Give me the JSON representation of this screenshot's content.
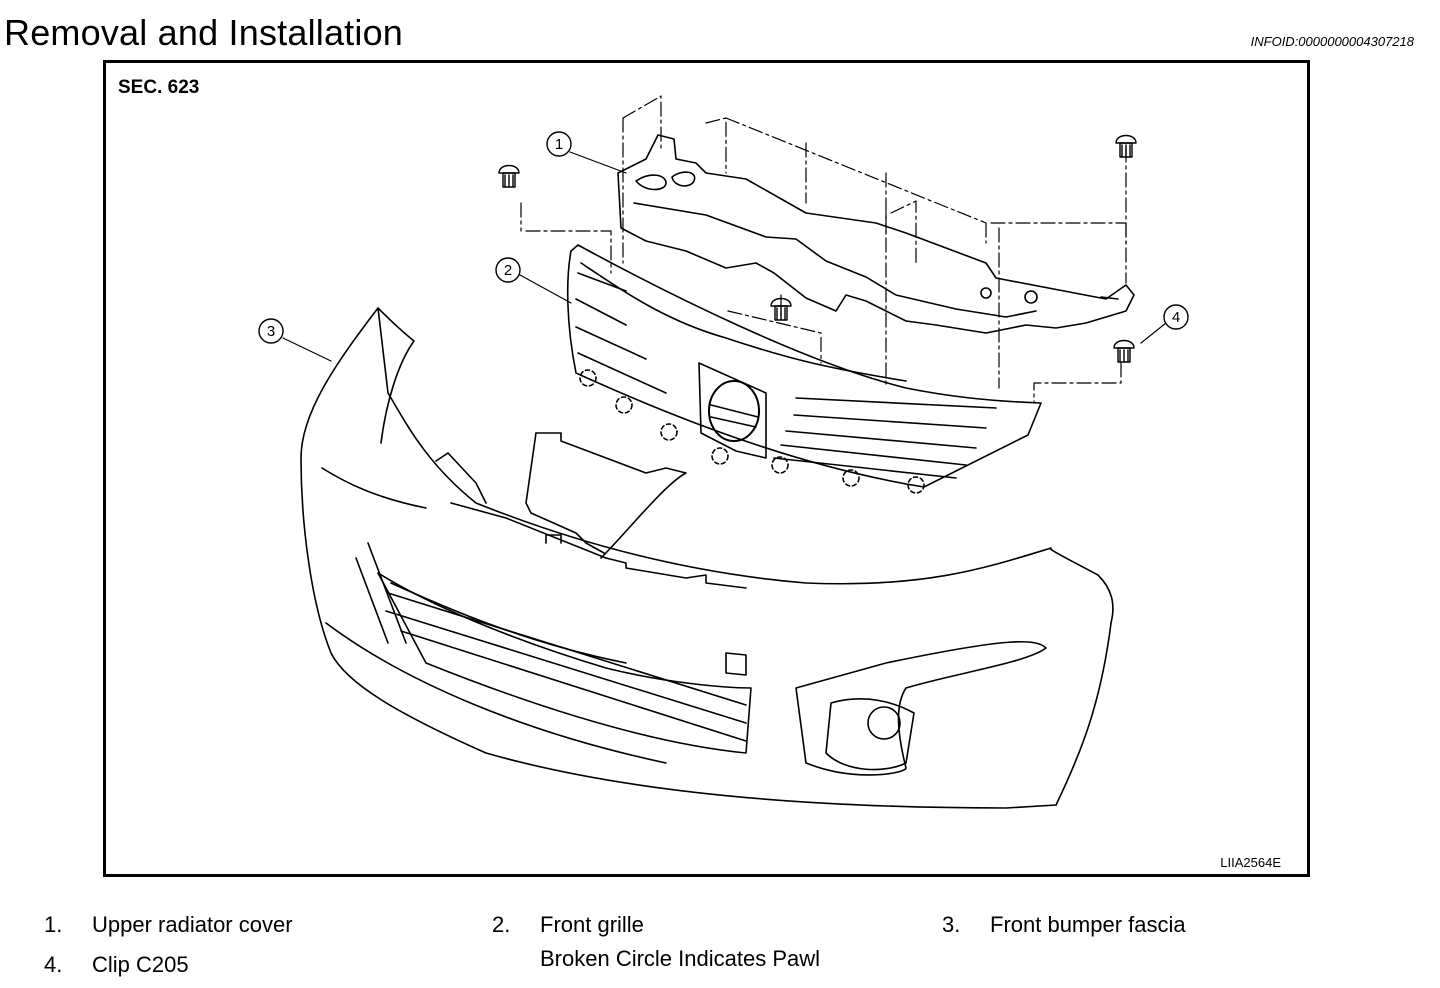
{
  "header": {
    "title": "Removal and Installation",
    "info_id": "INFOID:0000000004307218"
  },
  "figure": {
    "section_label": "SEC. 623",
    "figure_code": "LIIA2564E",
    "callouts": [
      "1",
      "2",
      "3",
      "4"
    ]
  },
  "legend": [
    {
      "number": "1.",
      "text": "Upper radiator cover"
    },
    {
      "number": "2.",
      "text": "Front grille",
      "note": "Broken Circle Indicates Pawl"
    },
    {
      "number": "3.",
      "text": "Front bumper fascia"
    },
    {
      "number": "4.",
      "text": "Clip C205"
    }
  ]
}
